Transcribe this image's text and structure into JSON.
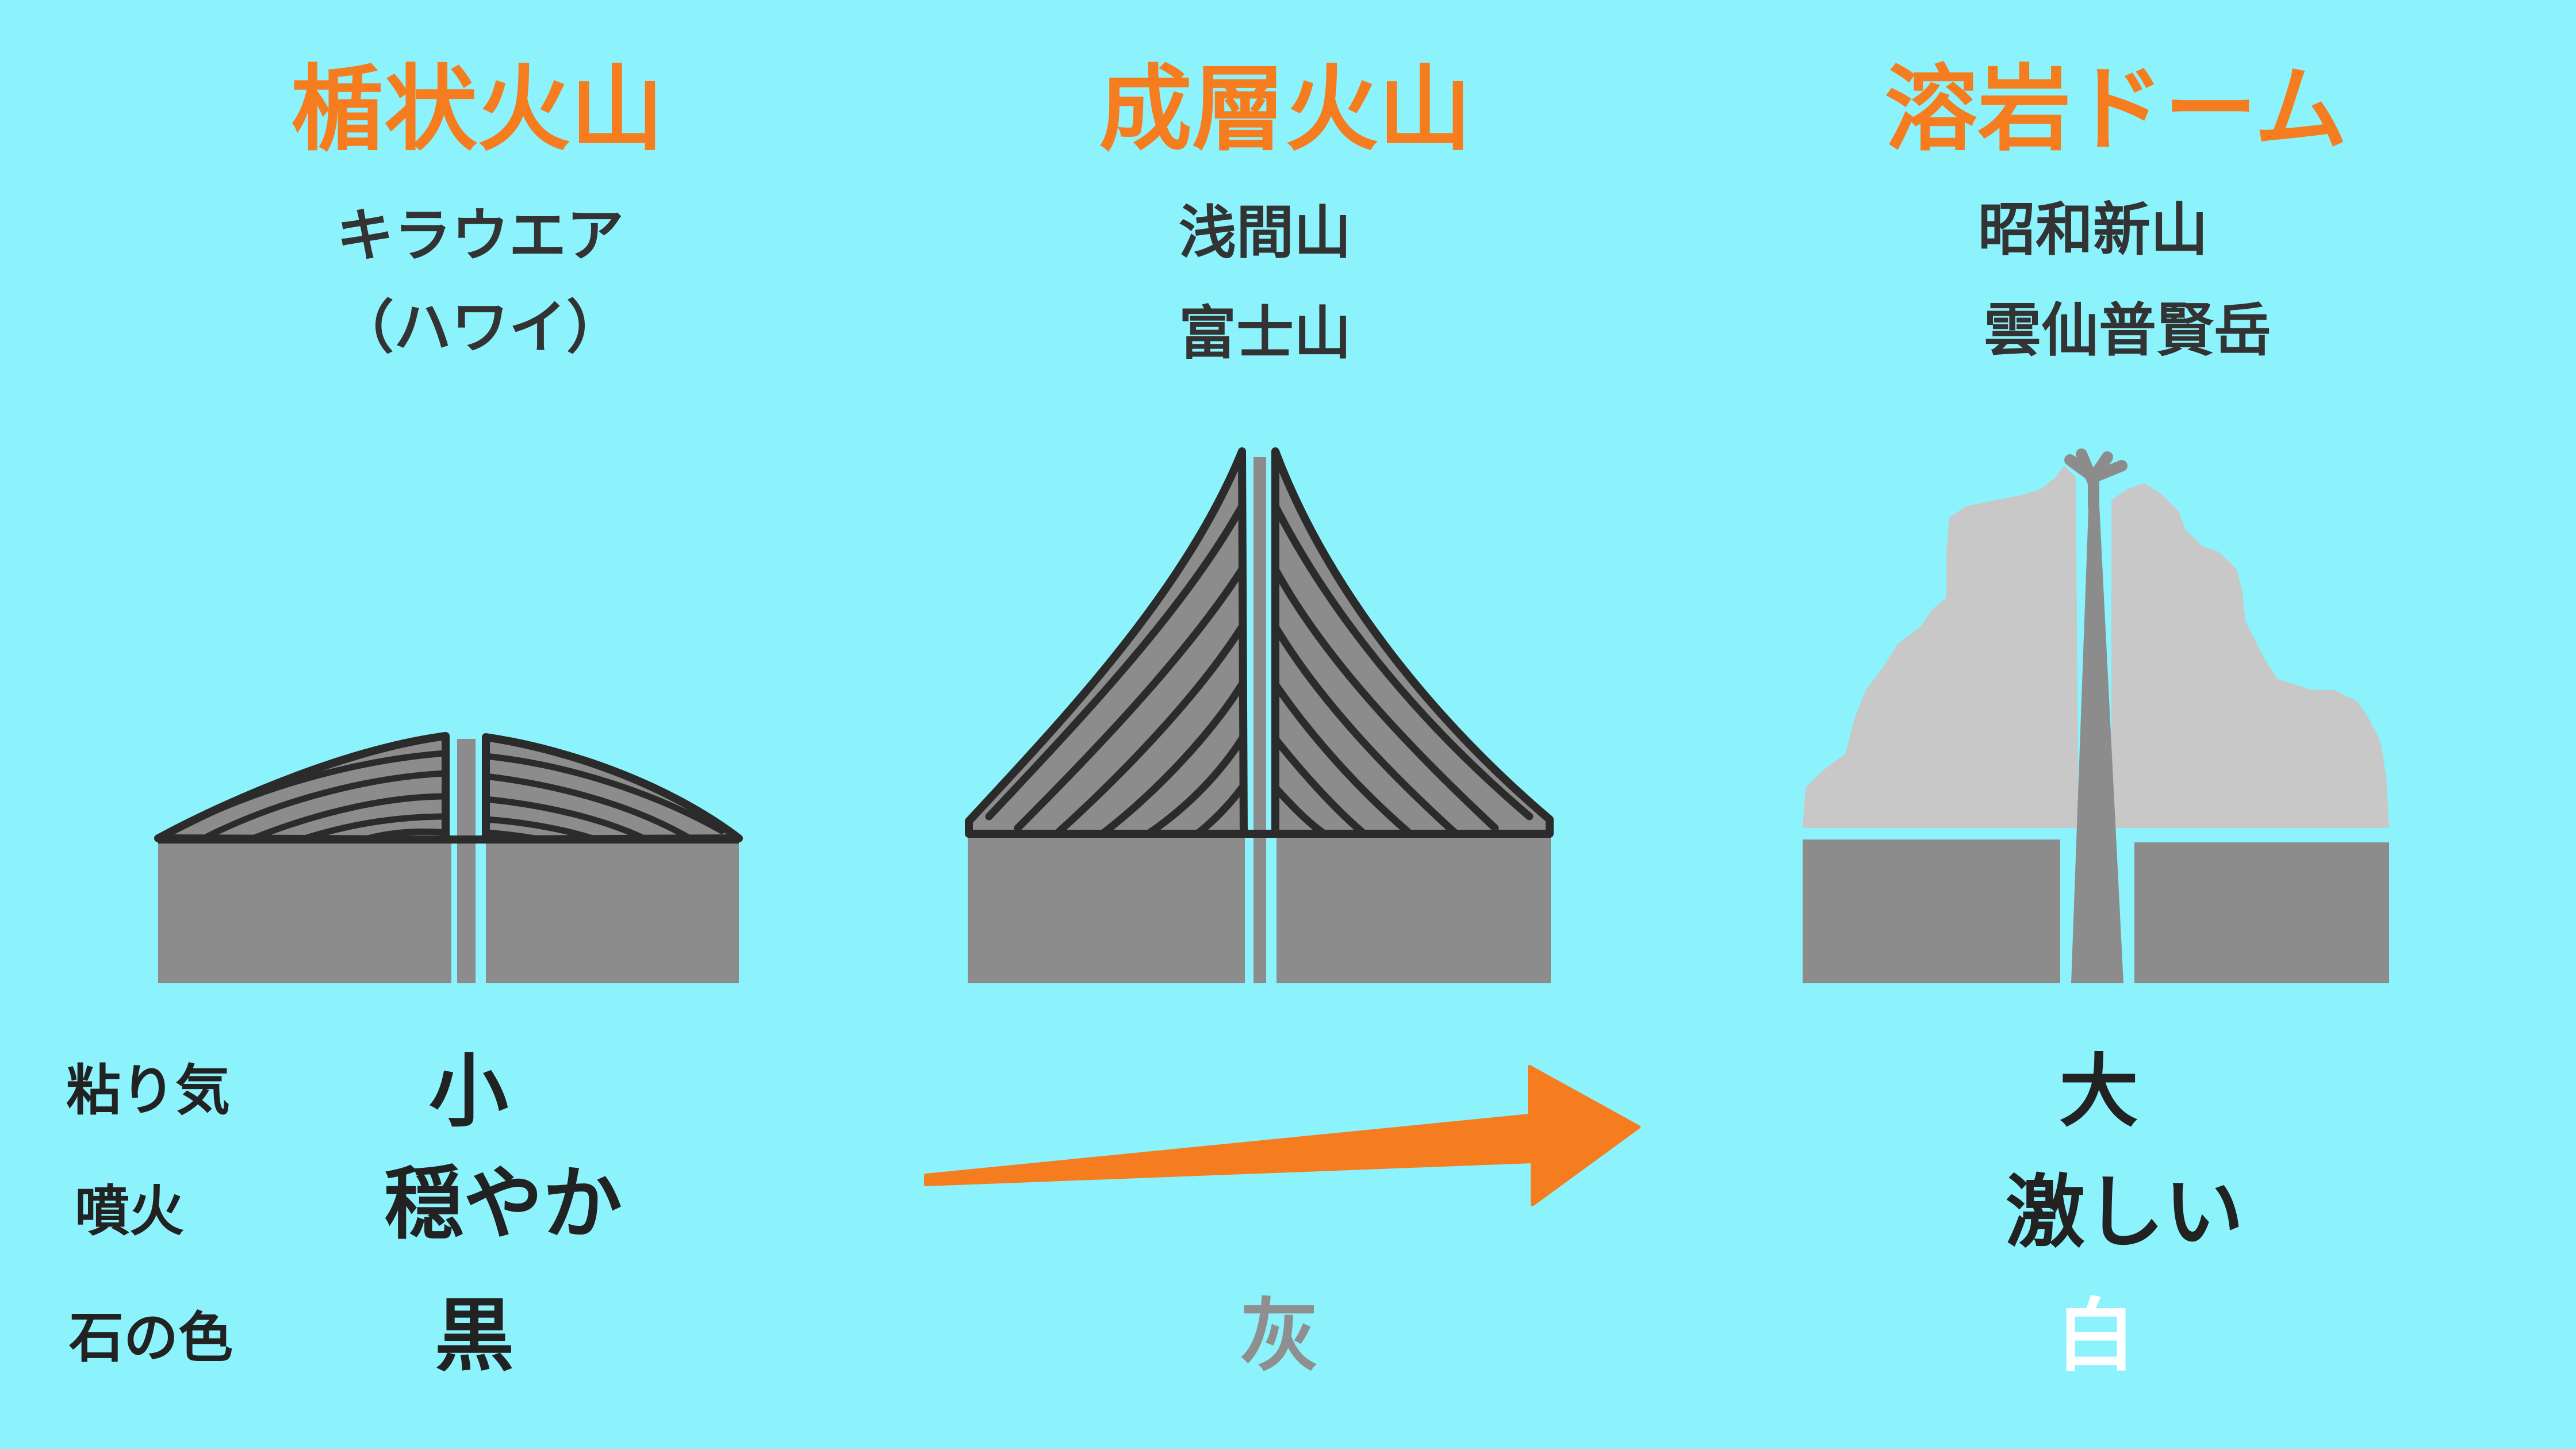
{
  "volcanoes": [
    {
      "title": "楯状火山",
      "examples": [
        "キラウエア",
        "（ハワイ）"
      ]
    },
    {
      "title": "成層火山",
      "examples": [
        "浅間山",
        "富士山"
      ]
    },
    {
      "title": "溶岩ドーム",
      "examples": [
        "昭和新山",
        "雲仙普賢岳"
      ]
    }
  ],
  "properties": {
    "labels": [
      "粘り気",
      "噴火",
      "石の色"
    ],
    "left": {
      "viscosity": "小",
      "eruption": "穏やか",
      "color": "黒"
    },
    "middle": {
      "color": "灰"
    },
    "right": {
      "viscosity": "大",
      "eruption": "激しい",
      "color": "白"
    }
  },
  "colors": {
    "background": "#8cf3fc",
    "title": "#f57d1f",
    "arrow": "#f57d1f",
    "ground": "#8c8c8c",
    "dome": "#c8c8c8",
    "gray_text": "#8f8f8f",
    "white_text": "#ffffff"
  },
  "icons": [
    "arrow-right-icon"
  ]
}
